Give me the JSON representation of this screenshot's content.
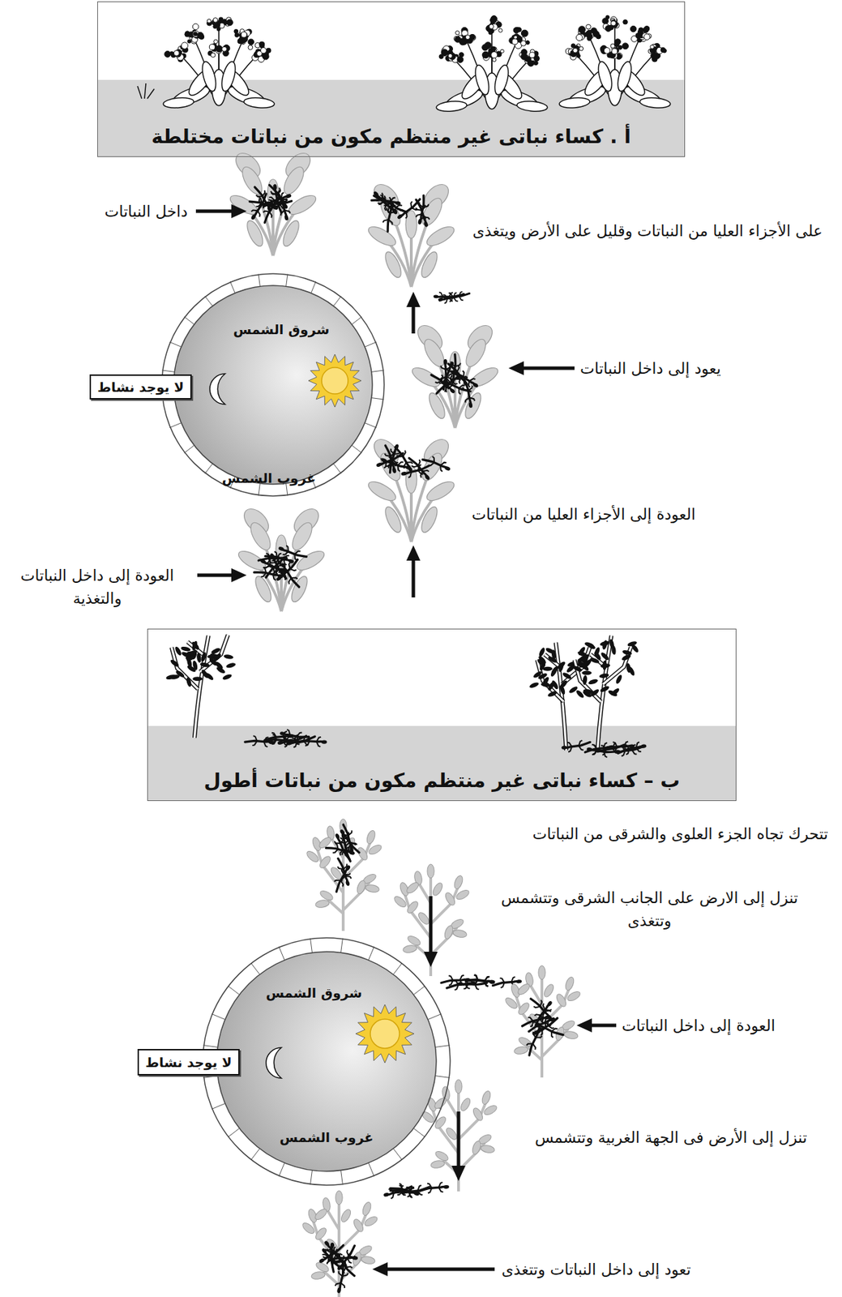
{
  "diagram": {
    "nodes": [
      {
        "text": [
          "أ . كساء نباتى غير منتظم مكون من نباتات مختلطة"
        ]
      },
      {
        "text": [
          "شروق الشمس",
          "غروب الشمس"
        ]
      },
      {
        "text": [
          "لا يوجد نشاط"
        ],
        "in": 1
      },
      {
        "text": [
          "ب – كساء نباتى غير منتظم مكون من نباتات أطول"
        ]
      },
      {
        "text": [
          "شروق الشمس",
          "غروب الشمس"
        ]
      },
      {
        "text": [
          "لا يوجد نشاط"
        ],
        "in": 4
      }
    ],
    "labels": [
      "داخل النباتات",
      "على الأجزاء العليا من النباتات وقليل على الأرض ويتغذى",
      "يعود إلى داخل النباتات",
      "العودة إلى الأجزاء العليا من النباتات",
      "العودة إلى داخل النباتات والتغذية",
      "تتحرك تجاه الجزء العلوى والشرقى من النباتات",
      "تنزل إلى الارض على الجانب الشرقى وتتشمس وتتغذى",
      "العودة إلى داخل النباتات",
      "تنزل إلى الأرض فى الجهة الغربية وتتشمس",
      "تعود إلى داخل النباتات وتتغذى"
    ]
  }
}
